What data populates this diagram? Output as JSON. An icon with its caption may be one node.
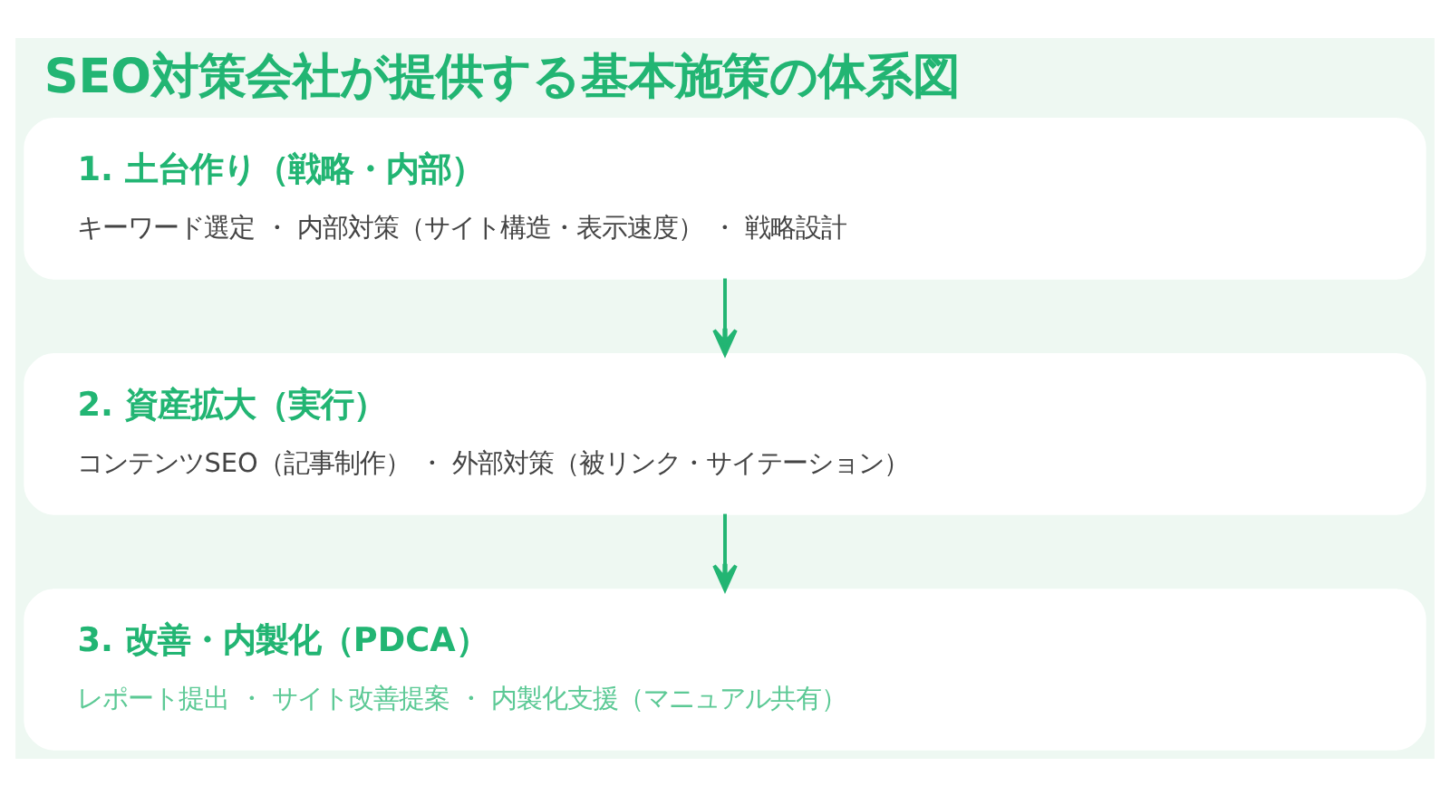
{
  "diagram": {
    "title": "SEO対策会社が提供する基本施策の体系図",
    "nodes": [
      {
        "text": [
          "1. 土台作り（戦略・内部）",
          "キーワード選定 ・ 内部対策（サイト構造・表示速度） ・ 戦略設計"
        ]
      },
      {
        "text": [
          "2. 資産拡大（実行）",
          "コンテンツSEO（記事制作） ・ 外部対策（被リンク・サイテーション）"
        ]
      },
      {
        "text": [
          "3. 改善・内製化（PDCA）",
          "レポート提出 ・ サイト改善提案 ・ 内製化支援（マニュアル共有）"
        ]
      }
    ],
    "edges": [
      {
        "from": 0,
        "to": 1,
        "arrow": "to"
      },
      {
        "from": 1,
        "to": 2,
        "arrow": "to"
      }
    ]
  }
}
